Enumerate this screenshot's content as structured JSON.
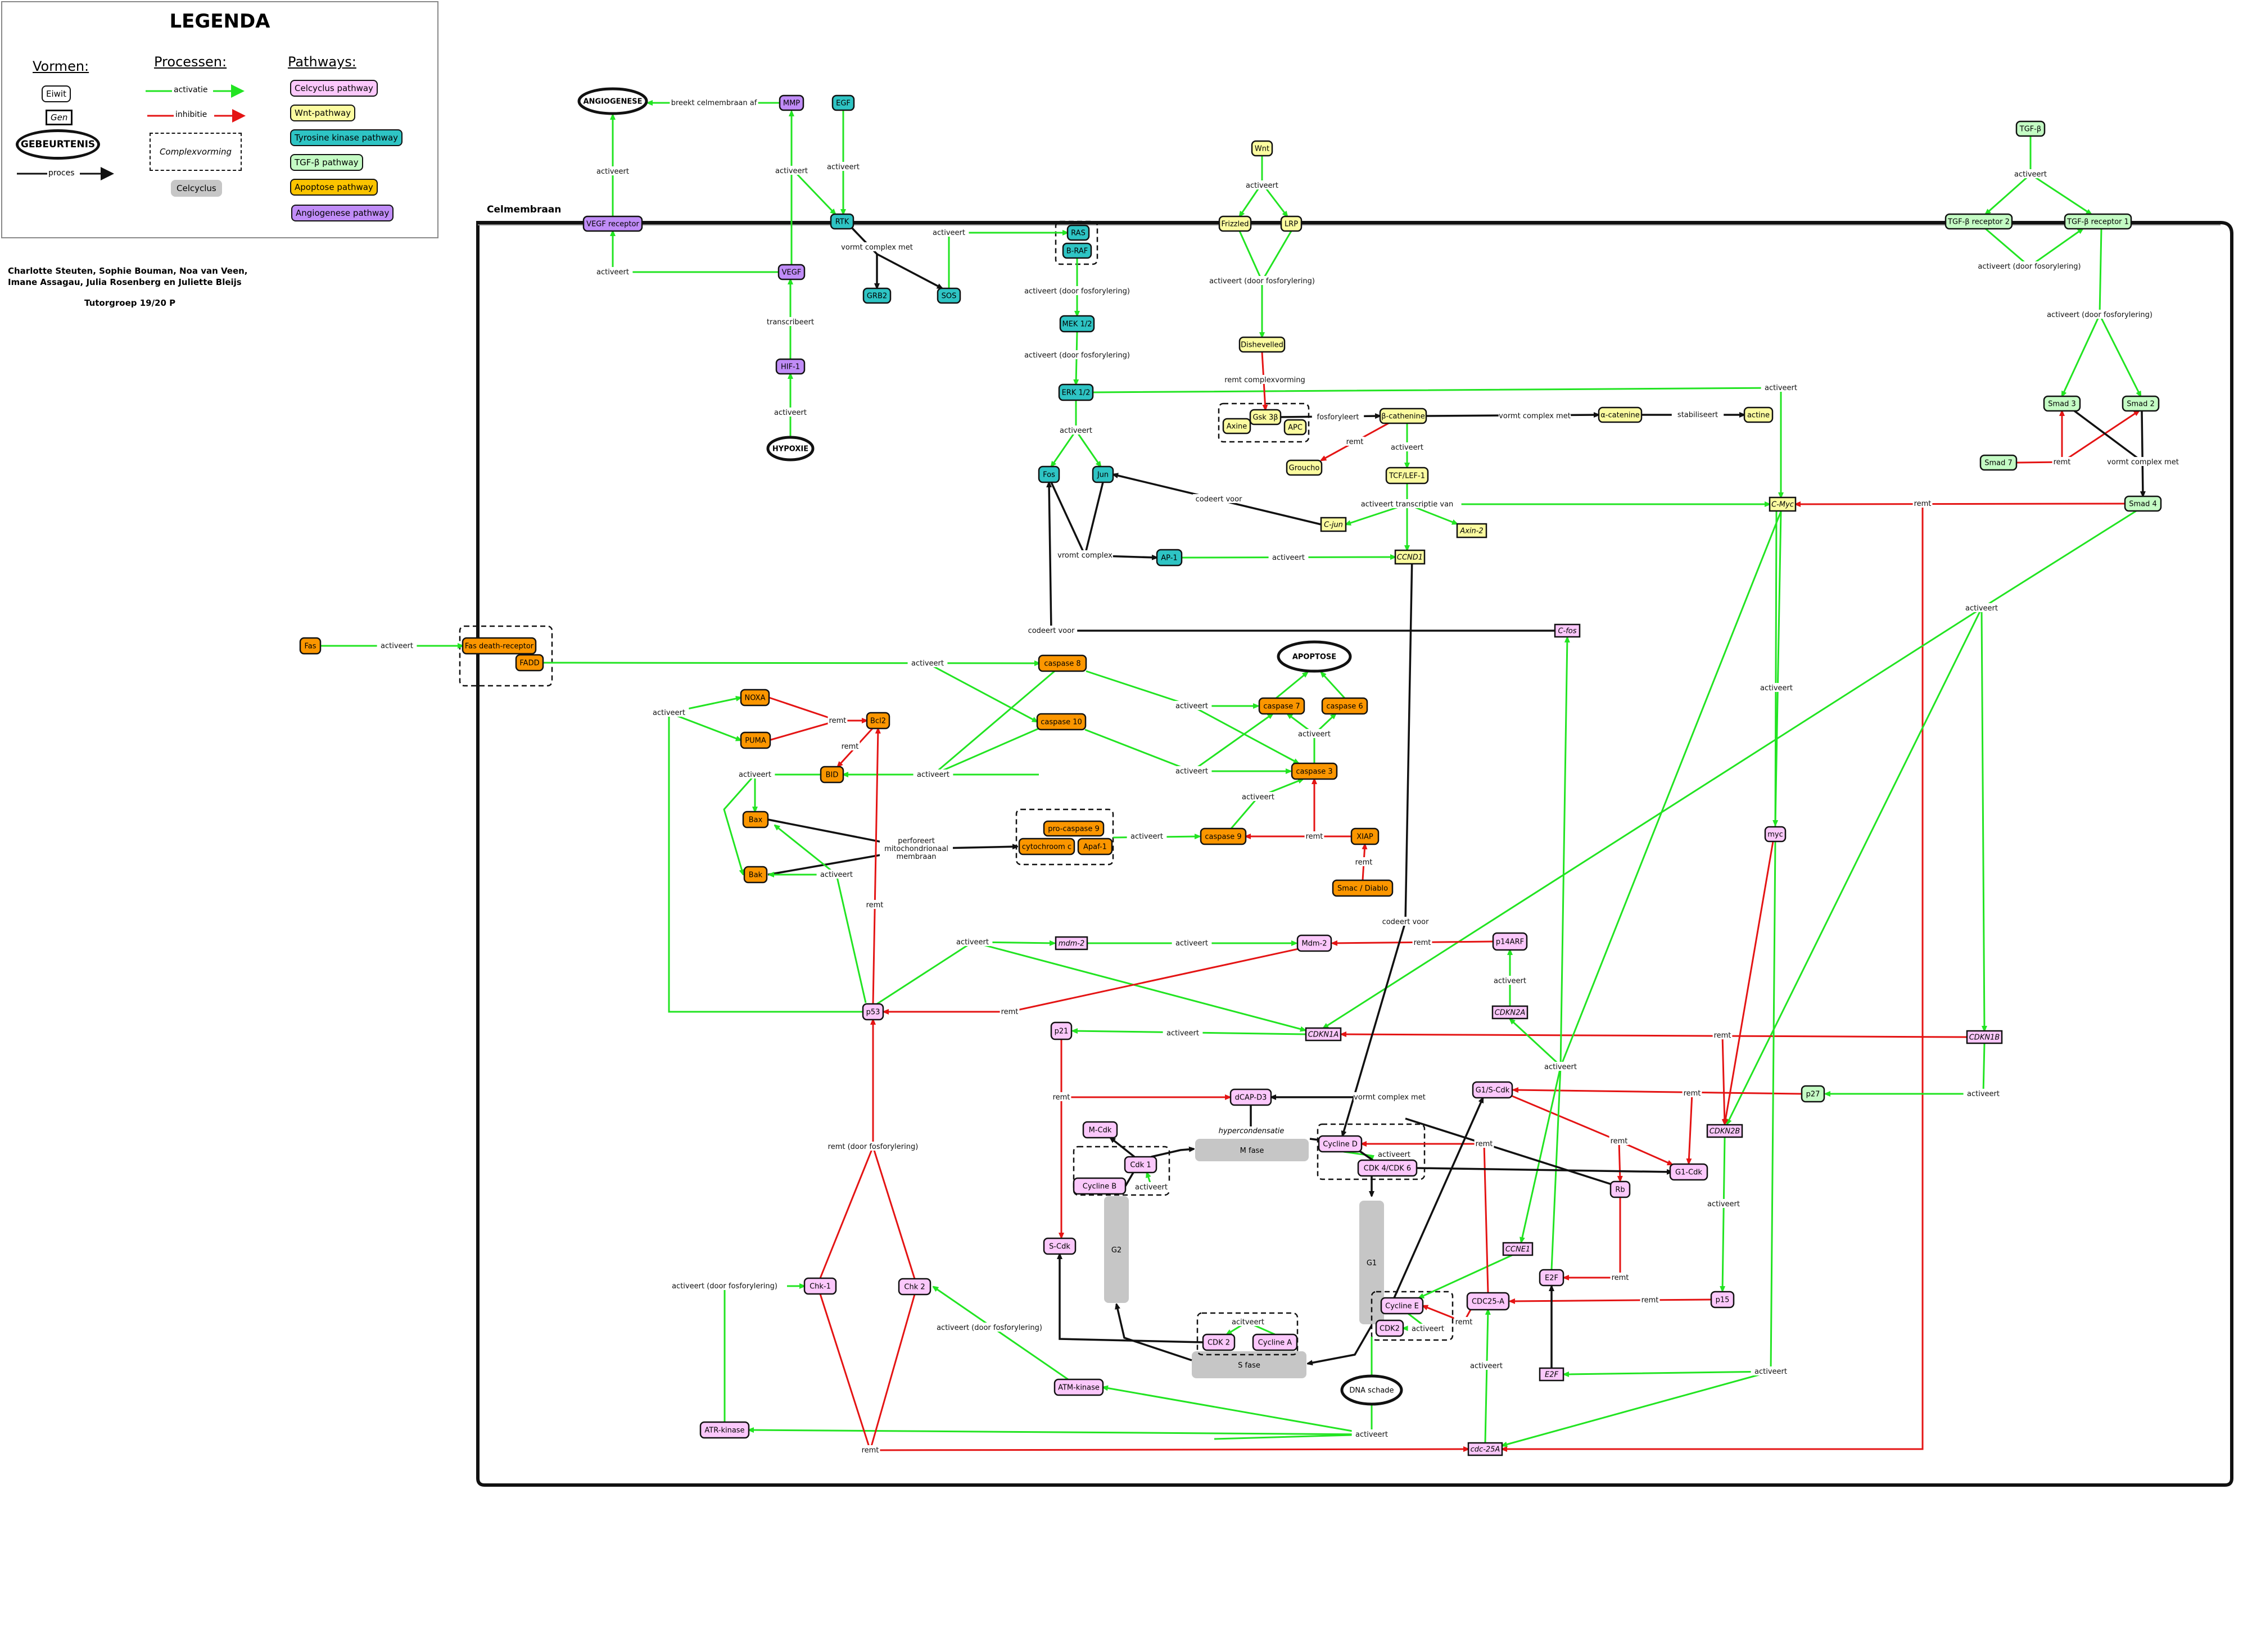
{
  "legend": {
    "title": "LEGENDA",
    "headers": {
      "shapes": "Vormen:",
      "processes": "Processen:",
      "pathways": "Pathways:"
    },
    "shapes": {
      "protein": "Eiwit",
      "gene": "Gen",
      "event": "GEBEURTENIS",
      "process": "proces"
    },
    "processes": {
      "activation": "activatie",
      "inhibition": "inhibitie",
      "complex": "Complexvorming",
      "cellcycle": "Celcyclus"
    },
    "pathways": [
      {
        "label": "Celcyclus pathway",
        "color": "#fbc8fb"
      },
      {
        "label": "Wnt-pathway",
        "color": "#fbfba0"
      },
      {
        "label": "Tyrosine kinase pathway",
        "color": "#2ec4c4"
      },
      {
        "label": "TGF-β pathway",
        "color": "#c4fbc4"
      },
      {
        "label": "Apoptose pathway",
        "color": "#fbc400"
      },
      {
        "label": "Angiogenese pathway",
        "color": "#c08cf7"
      }
    ]
  },
  "authors": [
    "Charlotte Steuten, Sophie Bouman, Noa van Veen,",
    "Imane Assagau, Julia Rosenberg en Juliette Bleijs"
  ],
  "tutor_group": "Tutorgroep 19/20 P",
  "membrane_label": "Celmembraan",
  "colors": {
    "activation": "#22e422",
    "inhibition": "#e41414",
    "process": "#111111",
    "cellcycle": "#8aa8a8",
    "angiogenesis": "#c08cf7",
    "tyrosine": "#2ec4c4",
    "wnt": "#fbfba0",
    "tgf": "#c4fbc4",
    "apoptosis": "#fb9600",
    "cellcycle_pw": "#fbc8fb",
    "phase": "#c6c6c6"
  },
  "nodes": {
    "angiogenese": "ANGIOGENESE",
    "mmp": "MMP",
    "egf": "EGF",
    "vegfr": "VEGF receptor",
    "rtk": "RTK",
    "vegf": "VEGF",
    "hif1": "HIF-1",
    "hypoxie": "HYPOXIE",
    "grb2": "GRB2",
    "sos": "SOS",
    "ras": "RAS",
    "braf": "B-RAF",
    "mek": "MEK 1/2",
    "erk": "ERK 1/2",
    "fos": "Fos",
    "jun": "Jun",
    "ap1": "AP-1",
    "wnt": "Wnt",
    "frizzled": "Frizzled",
    "lrp": "LRP",
    "dishevelled": "Dishevelled",
    "gsk": "Gsk 3β",
    "axine": "Axine",
    "apc": "APC",
    "bcat": "β-cathenine",
    "acat": "α-catenine",
    "actine": "actine",
    "groucho": "Groucho",
    "tcf": "TCF/LEF-1",
    "cjun": "C-jun",
    "axin2": "Axin-2",
    "ccnd1": "CCND1",
    "cmyc": "C-Myc",
    "tgfb": "TGF-β",
    "tgfr2": "TGF-β receptor 2",
    "tgfr1": "TGF-β receptor 1",
    "smad3": "Smad 3",
    "smad2": "Smad 2",
    "smad7": "Smad 7",
    "smad4": "Smad 4",
    "fas": "Fas",
    "fasr": "Fas death-receptor",
    "fadd": "FADD",
    "noxa": "NOXA",
    "puma": "PUMA",
    "bcl2": "Bcl2",
    "bid": "BID",
    "bax": "Bax",
    "bak": "Bak",
    "casp8": "caspase 8",
    "casp10": "caspase 10",
    "casp7": "caspase 7",
    "casp6": "caspase 6",
    "casp3": "caspase 3",
    "casp9": "caspase 9",
    "procasp9": "pro-caspase 9",
    "cytc": "cytochroom c",
    "apaf": "Apaf-1",
    "xiap": "XIAP",
    "smac": "Smac / Diablo",
    "apoptose": "APOPTOSE",
    "cfos": "C-fos",
    "myc": "myc",
    "p53": "p53",
    "mdm2g": "mdm-2",
    "mdm2": "Mdm-2",
    "p14arf": "p14ARF",
    "cdkn2a": "CDKN2A",
    "p21": "p21",
    "cdkn1a": "CDKN1A",
    "cdkn1b": "CDKN1B",
    "p27": "p27",
    "cdkn2b": "CDKN2B",
    "p15": "p15",
    "g1s": "G1/S-Cdk",
    "g1cdk": "G1-Cdk",
    "rb": "Rb",
    "dcap": "dCAP-D3",
    "mcdk": "M-Cdk",
    "cdk1": "Cdk 1",
    "cycb": "Cycline B",
    "scdk": "S-Cdk",
    "cycd": "Cycline D",
    "cdk46": "CDK 4/CDK 6",
    "cyce": "Cycline E",
    "cdk2e": "CDK2",
    "cdk2a": "CDK 2",
    "cyca": "Cycline A",
    "ccne1": "CCNE1",
    "e2f": "E2F",
    "e2fg": "E2F",
    "cdc25a": "CDC25-A",
    "cdc25ag": "cdc-25A",
    "chk1": "Chk-1",
    "chk2": "Chk 2",
    "atm": "ATM-kinase",
    "atr": "ATR-kinase",
    "dna": "DNA schade",
    "mfase": "M fase",
    "sfase": "S fase",
    "g1": "G1",
    "g2": "G2",
    "hyper": "hypercondensatie"
  },
  "edge_labels": {
    "activeert": "activeert",
    "remt": "remt",
    "breekt": "breekt celmembraan af",
    "transcribeert": "transcribeert",
    "vormt_complex_met": "vormt complex met",
    "vormt_complex": "vromt complex",
    "door_fosf": "activeert (door fosforylering)",
    "door_fosor": "activeert (door fosorylering)",
    "remt_complex": "remt complexvorming",
    "fosforyleert": "fosforyleert",
    "stabiliseert": "stabiliseert",
    "transcriptie": "activeert transcriptie van",
    "codeert": "codeert voor",
    "perforeert": "perforeert mitochondrionaal membraan",
    "remt_fosf": "remt (door fosforylering)",
    "acitveert": "acitveert"
  }
}
